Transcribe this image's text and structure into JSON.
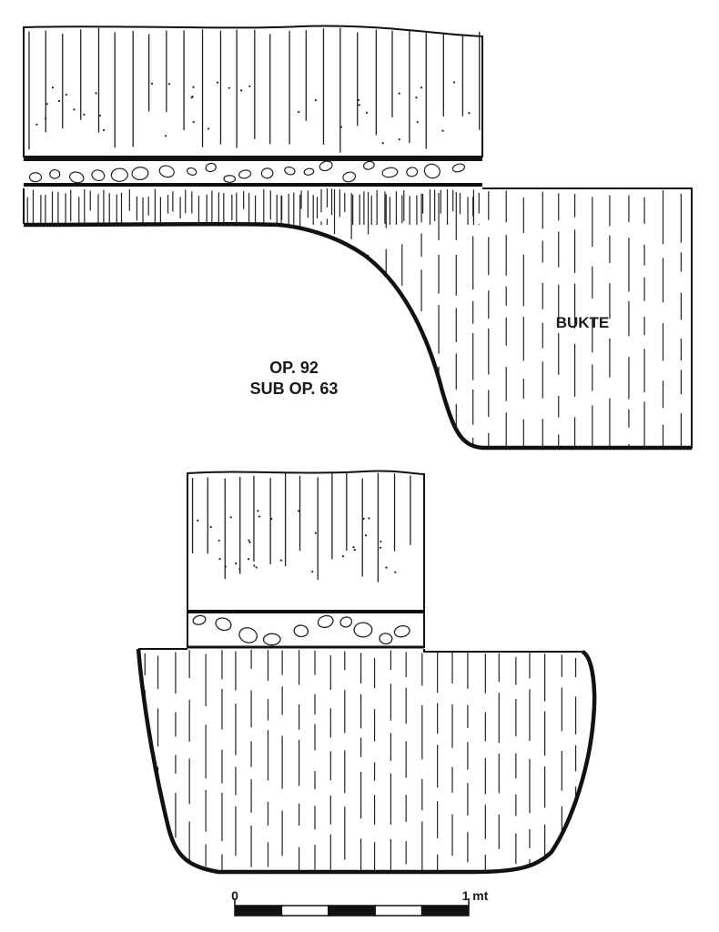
{
  "labels": {
    "bukte": "BUKTE",
    "operation": "OP. 92",
    "sub_operation": "SUB OP. 63"
  },
  "scale_bar": {
    "start_label": "0",
    "end_label": "1 mt",
    "segments": 5
  },
  "colors": {
    "ink": "#111111",
    "paper": "#ffffff"
  }
}
